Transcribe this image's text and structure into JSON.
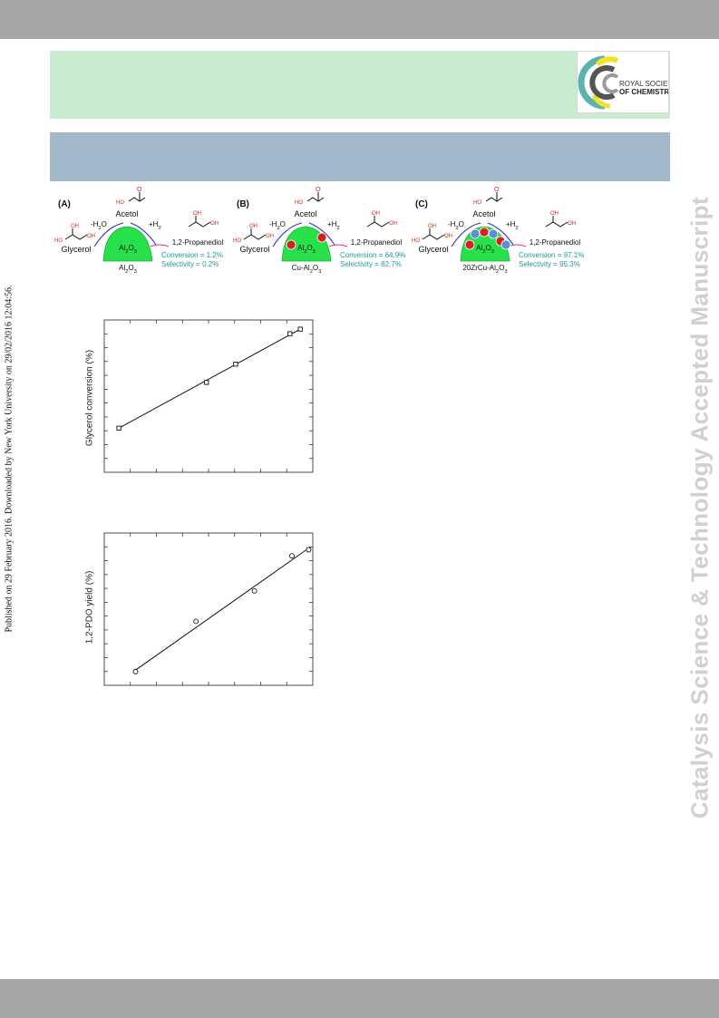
{
  "page": {
    "journal_side_title": "Catalysis Science & Technology Accepted Manuscript",
    "published_note": "Published on 29 February 2016. Downloaded by New York University on 29/02/2016 12:04:56.",
    "logo_text": [
      "ROYAL SOCIETY",
      "OF CHEMISTRY"
    ]
  },
  "scheme": {
    "panels": [
      {
        "tag": "(A)",
        "catalyst": "Al2O3",
        "support": "Al2O3",
        "glycerol": "Glycerol",
        "acetol": "Acetol",
        "product": "1,2-Propanediol",
        "minus_h2o": "-H2O",
        "plus_h2": "+H2",
        "conversion": "Conversion = 1.2%",
        "selectivity": "Selectivity = 0.2%"
      },
      {
        "tag": "(B)",
        "catalyst": "Cu-Al2O3",
        "support": "Al2O3",
        "glycerol": "Glycerol",
        "acetol": "Acetol",
        "product": "1,2-Propanediol",
        "minus_h2o": "-H2O",
        "plus_h2": "+H2",
        "conversion": "Conversion = 64.9%",
        "selectivity": "Selectivity = 82.7%"
      },
      {
        "tag": "(C)",
        "catalyst": "20ZrCu-Al2O3",
        "support": "Al2O3",
        "glycerol": "Glycerol",
        "acetol": "Acetol",
        "product": "1,2-Propanediol",
        "minus_h2o": "-H2O",
        "plus_h2": "+H2",
        "conversion": "Conversion = 97.1%",
        "selectivity": "Selectivity = 95.3%"
      }
    ],
    "colors": {
      "blob": "#27e04a",
      "blue_text": "#2b34c8",
      "teal_text": "#1f9a9a",
      "red_atom": "#d92020",
      "blue_atom": "#5a8fd8",
      "arrow_pink": "#e0309a"
    }
  },
  "chart_data": [
    {
      "type": "scatter",
      "ylabel": "Glycerol conversion (%)",
      "xlabel": "",
      "xlim": [
        0,
        10
      ],
      "ylim": [
        0,
        10
      ],
      "x": [
        0.7,
        4.9,
        6.3,
        8.9,
        9.4
      ],
      "values": [
        2.9,
        5.9,
        7.1,
        9.1,
        9.4
      ],
      "fit_line": {
        "x": [
          0.7,
          9.4
        ],
        "y": [
          2.9,
          9.4
        ]
      },
      "marker": "square"
    },
    {
      "type": "scatter",
      "ylabel": "1,2-PDO yield (%)",
      "xlabel": "",
      "xlim": [
        0,
        10
      ],
      "ylim": [
        0,
        10
      ],
      "x": [
        1.5,
        4.4,
        7.2,
        9.0,
        9.8
      ],
      "values": [
        0.9,
        4.2,
        6.2,
        8.5,
        8.9
      ],
      "fit_line": {
        "x": [
          1.5,
          9.9
        ],
        "y": [
          1.0,
          9.1
        ]
      },
      "marker": "circle"
    }
  ]
}
